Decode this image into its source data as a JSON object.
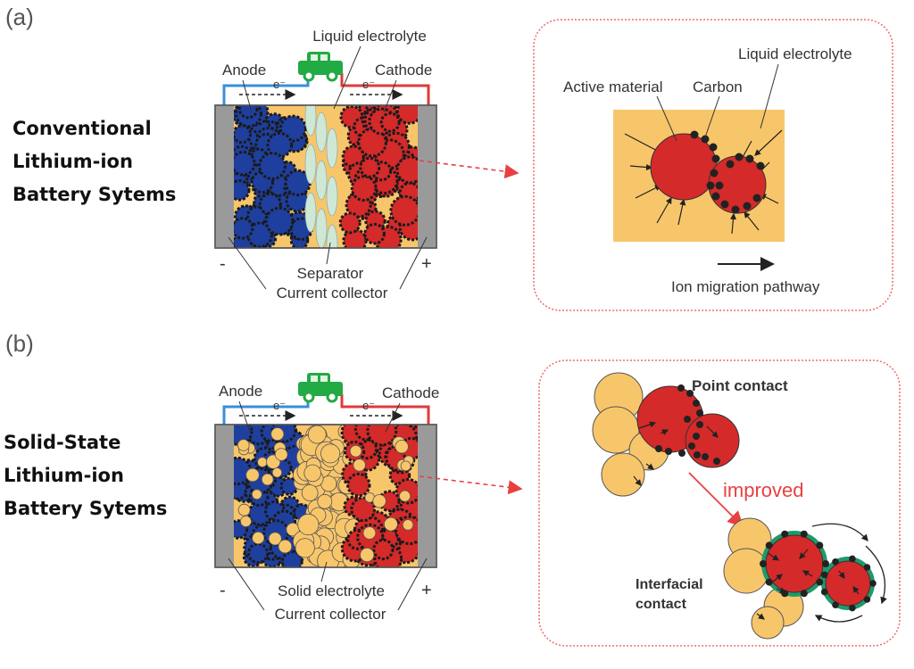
{
  "panel_a": {
    "letter": "(a)",
    "side_title": "Conventional\nLithium-ion\nBattery Sytems",
    "labels": {
      "liquid_electrolyte": "Liquid electrolyte",
      "anode": "Anode",
      "cathode": "Cathode",
      "electron_left": "e⁻",
      "electron_right": "e⁻",
      "minus": "-",
      "plus": "+",
      "separator": "Separator",
      "current_collector": "Current collector"
    },
    "zoom": {
      "liquid_electrolyte": "Liquid electrolyte",
      "active_material": "Active material",
      "carbon": "Carbon",
      "ion_migration": "Ion migration pathway"
    }
  },
  "panel_b": {
    "letter": "(b)",
    "side_title": "Solid-State\nLithium-ion\nBattery Sytems",
    "labels": {
      "anode": "Anode",
      "cathode": "Cathode",
      "electron_left": "e⁻",
      "electron_right": "e⁻",
      "minus": "-",
      "plus": "+",
      "solid_electrolyte": "Solid electrolyte",
      "current_collector": "Current collector"
    },
    "zoom": {
      "point_contact": "Point contact",
      "improved": "improved",
      "interfacial_contact": "Interfacial\ncontact"
    }
  },
  "colors": {
    "anode_particle": "#1f3f9e",
    "cathode_particle": "#d42a2a",
    "electrolyte": "#f7c35f",
    "separator_fiber": "#cfe8d5",
    "collector": "#9a9a9a",
    "car": "#22aa44",
    "wire_blue": "#3a8fd8",
    "wire_red": "#e23a3a",
    "zoom_border": "#f06b6b",
    "coating": "#1f9a6a"
  },
  "icons": [
    "car-icon",
    "dashed-arrow-icon",
    "arrow-icon"
  ]
}
